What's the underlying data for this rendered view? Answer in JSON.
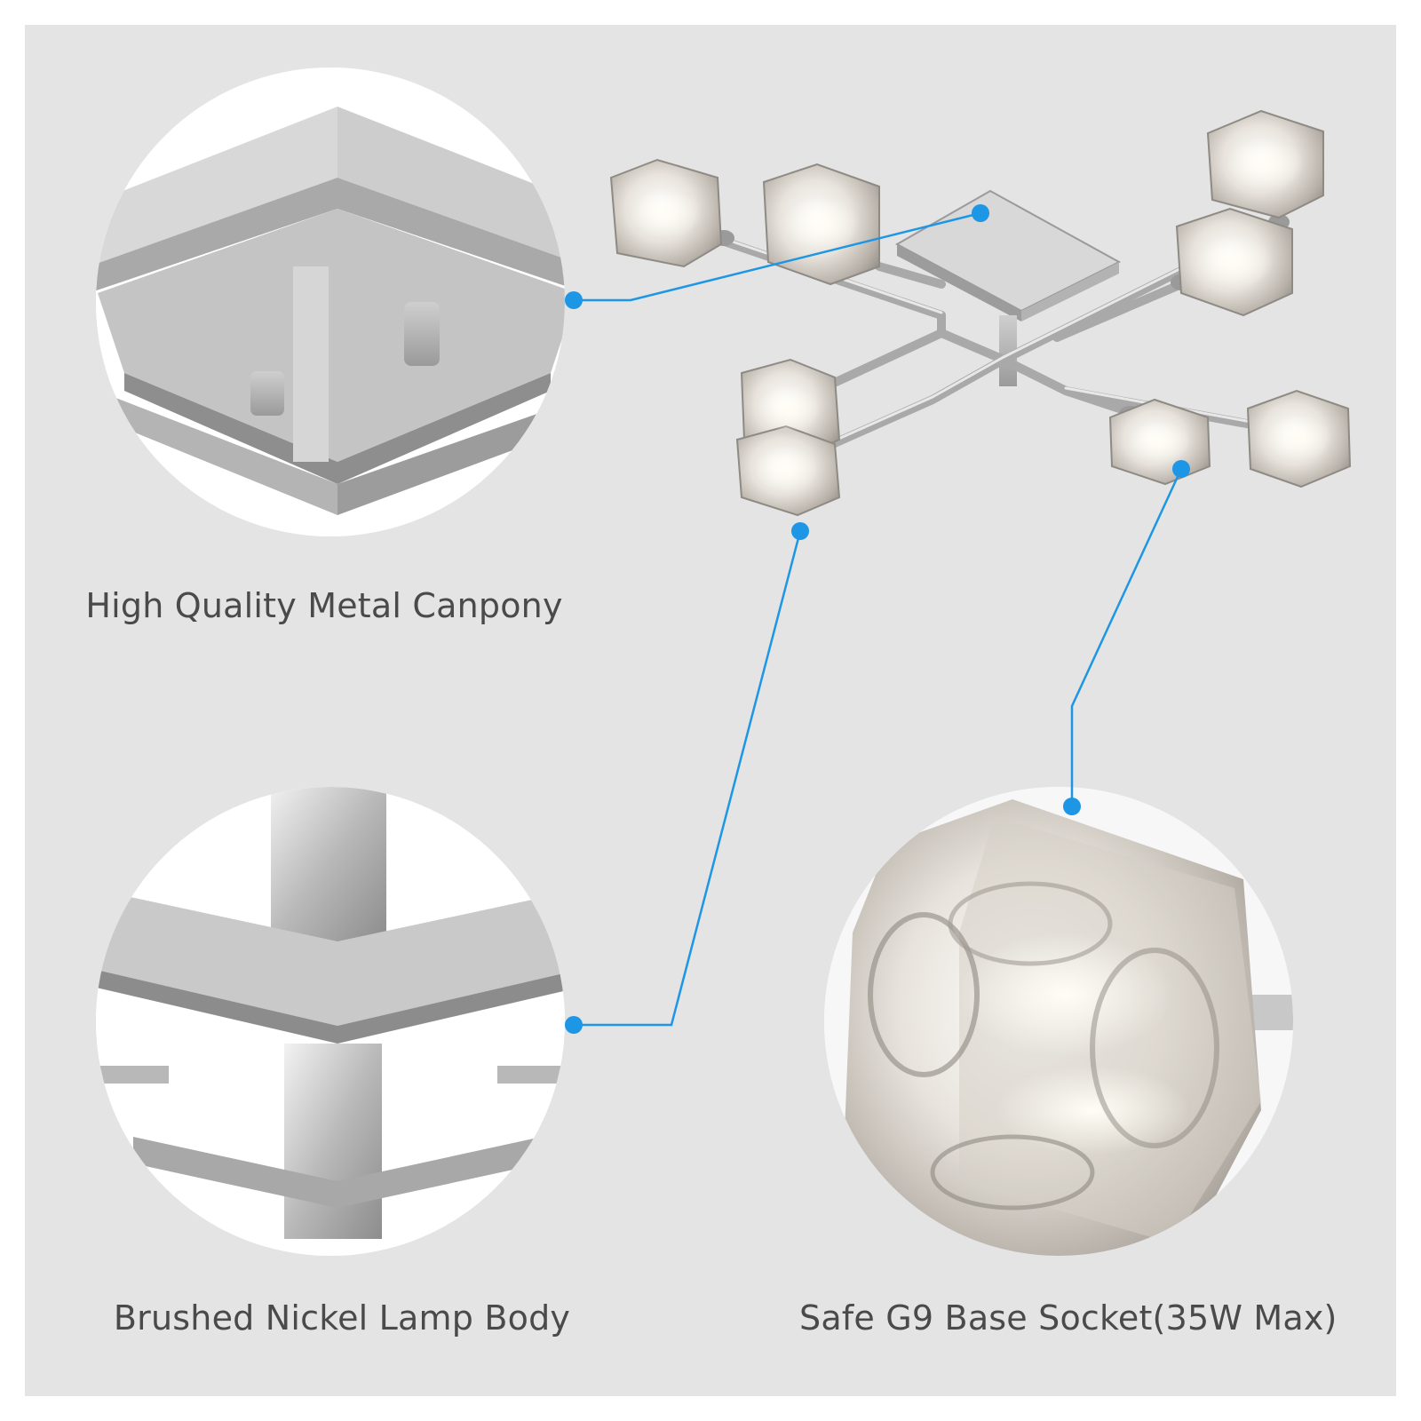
{
  "captions": {
    "canopy": "High Quality Metal Canpony",
    "body": "Brushed Nickel Lamp Body",
    "socket": "Safe G9 Base Socket(35W Max)"
  },
  "colors": {
    "background": "#e4e4e4",
    "callout_line": "#1e96e6",
    "metal": "#bdbdbd",
    "text": "#4a4a4a"
  }
}
